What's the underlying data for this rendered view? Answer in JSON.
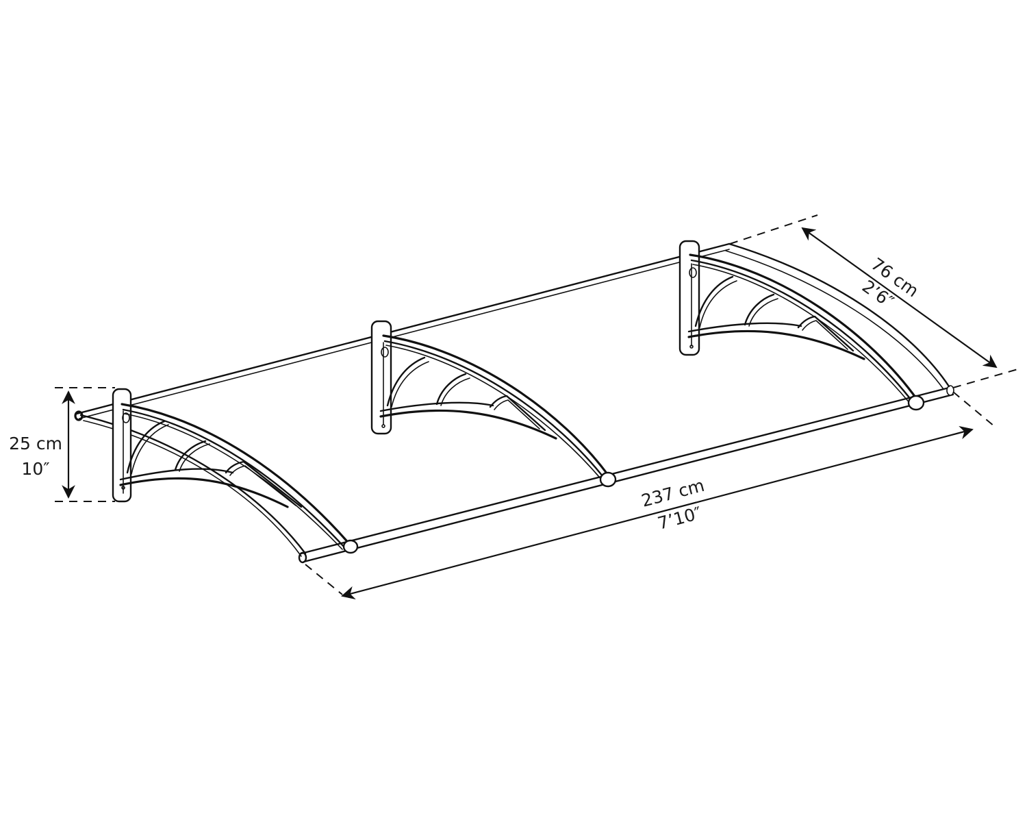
{
  "diagram": {
    "subject": "door canopy with three wall brackets",
    "dimensions": {
      "height": {
        "metric": "25 cm",
        "imperial": "10″"
      },
      "depth": {
        "metric": "76 cm",
        "imperial": "2’6″"
      },
      "width": {
        "metric": "237 cm",
        "imperial": "7’10″"
      }
    },
    "brackets": 3,
    "colors": {
      "line": "#111111",
      "background": "#ffffff"
    }
  }
}
